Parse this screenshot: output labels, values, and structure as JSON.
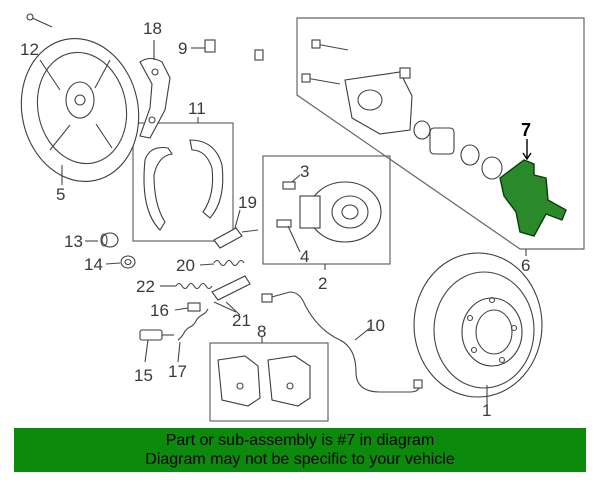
{
  "callouts": {
    "c1": "1",
    "c2": "2",
    "c3": "3",
    "c4": "4",
    "c5": "5",
    "c6": "6",
    "c7": "7",
    "c8": "8",
    "c9": "9",
    "c10": "10",
    "c11": "11",
    "c12": "12",
    "c13": "13",
    "c14": "14",
    "c15": "15",
    "c16": "16",
    "c17": "17",
    "c18": "18",
    "c19": "19",
    "c20": "20",
    "c21": "21",
    "c22": "22"
  },
  "banner": {
    "line1": "Part or sub-assembly is #7 in diagram",
    "line2": "Diagram may not be specific to your vehicle"
  },
  "colors": {
    "highlight_part": "#2a8a2a",
    "banner_background": "#0c8a0c"
  }
}
